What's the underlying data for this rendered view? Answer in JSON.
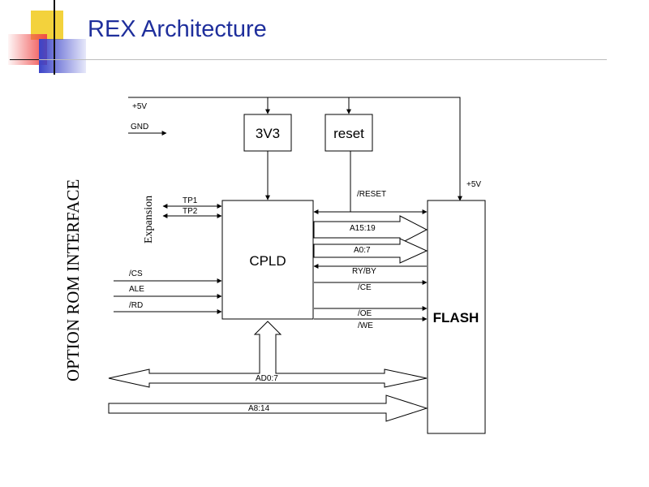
{
  "title": "REX Architecture",
  "colors": {
    "title": "#1f2f9c",
    "deco_yellow": "#f3d23c",
    "deco_red": "#ef4a4a",
    "deco_blue": "#3b43c8"
  },
  "side_label": "OPTION ROM INTERFACE",
  "expansion_label": "Expansion",
  "blocks": {
    "v3v3": "3V3",
    "reset": "reset",
    "cpld": "CPLD",
    "flash": "FLASH"
  },
  "labels": {
    "plus5v_left": "+5V",
    "gnd": "GND",
    "plus5v_right": "+5V",
    "reset_signal": "/RESET",
    "tp1": "TP1",
    "tp2": "TP2",
    "a15_19": "A15:19",
    "a0_7": "A0:7",
    "ry_by": "RY/BY",
    "ce": "/CE",
    "oe": "/OE",
    "we": "/WE",
    "cs": "/CS",
    "ale": "ALE",
    "rd": "/RD",
    "ad0_7": "AD0:7",
    "a8_14": "A8:14"
  }
}
